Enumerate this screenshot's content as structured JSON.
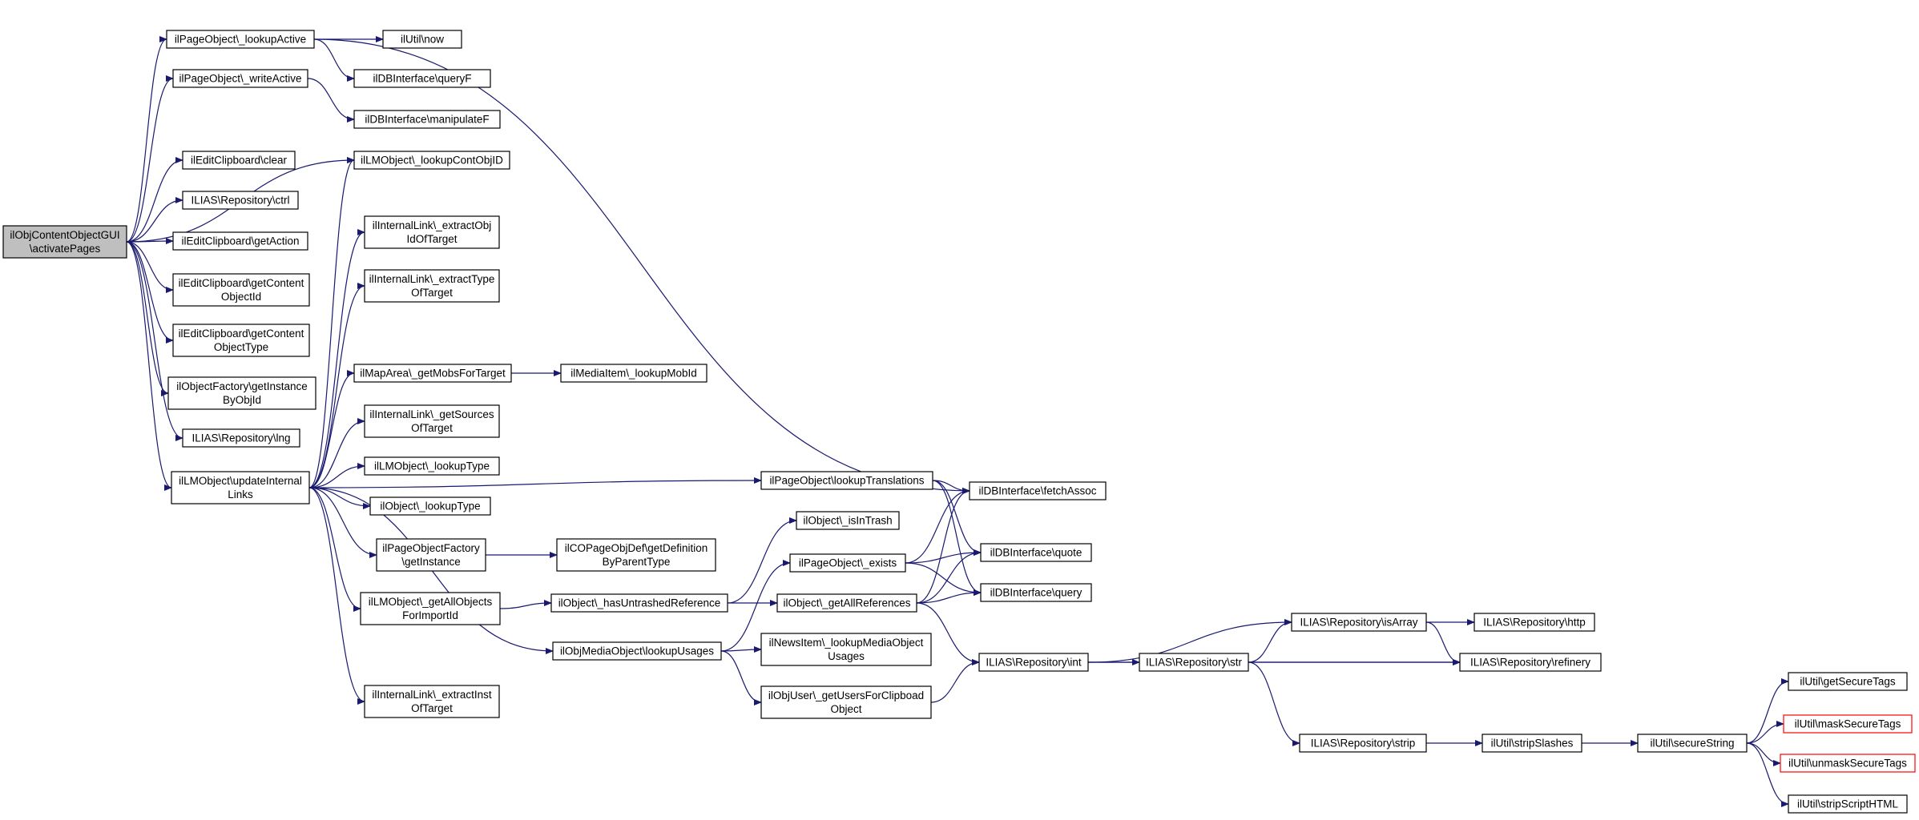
{
  "colors": {
    "edge": "#191970",
    "node_border": "#000000",
    "node_fill": "#ffffff",
    "root_fill": "#bfbfbf",
    "truncated_border": "#ff0000"
  },
  "nodes": [
    {
      "id": "root",
      "lines": [
        "ilObjContentObjectGUI",
        "\\activatePages"
      ],
      "style": "root"
    },
    {
      "id": "n1",
      "lines": [
        "ilPageObject\\_lookupActive"
      ]
    },
    {
      "id": "n2",
      "lines": [
        "ilPageObject\\_writeActive"
      ]
    },
    {
      "id": "n3",
      "lines": [
        "ilEditClipboard\\clear"
      ]
    },
    {
      "id": "n4",
      "lines": [
        "ILIAS\\Repository\\ctrl"
      ]
    },
    {
      "id": "n5",
      "lines": [
        "ilEditClipboard\\getAction"
      ]
    },
    {
      "id": "n6",
      "lines": [
        "ilEditClipboard\\getContent",
        "ObjectId"
      ]
    },
    {
      "id": "n7",
      "lines": [
        "ilEditClipboard\\getContent",
        "ObjectType"
      ]
    },
    {
      "id": "n8",
      "lines": [
        "ilObjectFactory\\getInstance",
        "ByObjId"
      ]
    },
    {
      "id": "n9",
      "lines": [
        "ILIAS\\Repository\\lng"
      ]
    },
    {
      "id": "n10",
      "lines": [
        "ilLMObject\\updateInternal",
        "Links"
      ]
    },
    {
      "id": "n11",
      "lines": [
        "ilUtil\\now"
      ]
    },
    {
      "id": "n12",
      "lines": [
        "ilDBInterface\\queryF"
      ]
    },
    {
      "id": "n13",
      "lines": [
        "ilDBInterface\\manipulateF"
      ]
    },
    {
      "id": "n14",
      "lines": [
        "ilLMObject\\_lookupContObjID"
      ]
    },
    {
      "id": "n15",
      "lines": [
        "ilInternalLink\\_extractObj",
        "IdOfTarget"
      ]
    },
    {
      "id": "n16",
      "lines": [
        "ilInternalLink\\_extractType",
        "OfTarget"
      ]
    },
    {
      "id": "n17",
      "lines": [
        "ilMapArea\\_getMobsForTarget"
      ]
    },
    {
      "id": "n18",
      "lines": [
        "ilInternalLink\\_getSources",
        "OfTarget"
      ]
    },
    {
      "id": "n19",
      "lines": [
        "ilLMObject\\_lookupType"
      ]
    },
    {
      "id": "n20",
      "lines": [
        "ilObject\\_lookupType"
      ]
    },
    {
      "id": "n21",
      "lines": [
        "ilPageObjectFactory",
        "\\getInstance"
      ]
    },
    {
      "id": "n22",
      "lines": [
        "ilLMObject\\_getAllObjects",
        "ForImportId"
      ]
    },
    {
      "id": "n23",
      "lines": [
        "ilInternalLink\\_extractInst",
        "OfTarget"
      ]
    },
    {
      "id": "n24",
      "lines": [
        "ilMediaItem\\_lookupMobId"
      ]
    },
    {
      "id": "n25",
      "lines": [
        "ilCOPageObjDef\\getDefinition",
        "ByParentType"
      ]
    },
    {
      "id": "n26",
      "lines": [
        "ilObject\\_hasUntrashedReference"
      ]
    },
    {
      "id": "n27",
      "lines": [
        "ilObjMediaObject\\lookupUsages"
      ]
    },
    {
      "id": "n28",
      "lines": [
        "ilPageObject\\lookupTranslations"
      ]
    },
    {
      "id": "n29",
      "lines": [
        "ilObject\\_isInTrash"
      ]
    },
    {
      "id": "n30",
      "lines": [
        "ilPageObject\\_exists"
      ]
    },
    {
      "id": "n31",
      "lines": [
        "ilObject\\_getAllReferences"
      ]
    },
    {
      "id": "n32",
      "lines": [
        "ilNewsItem\\_lookupMediaObject",
        "Usages"
      ]
    },
    {
      "id": "n33",
      "lines": [
        "ilObjUser\\_getUsersForClipboad",
        "Object"
      ]
    },
    {
      "id": "n34",
      "lines": [
        "ilDBInterface\\fetchAssoc"
      ]
    },
    {
      "id": "n35",
      "lines": [
        "ilDBInterface\\quote"
      ]
    },
    {
      "id": "n36",
      "lines": [
        "ilDBInterface\\query"
      ]
    },
    {
      "id": "n37",
      "lines": [
        "ILIAS\\Repository\\int"
      ]
    },
    {
      "id": "n38",
      "lines": [
        "ILIAS\\Repository\\str"
      ]
    },
    {
      "id": "n39",
      "lines": [
        "ILIAS\\Repository\\isArray"
      ]
    },
    {
      "id": "n40",
      "lines": [
        "ILIAS\\Repository\\strip"
      ]
    },
    {
      "id": "n41",
      "lines": [
        "ILIAS\\Repository\\http"
      ]
    },
    {
      "id": "n42",
      "lines": [
        "ILIAS\\Repository\\refinery"
      ]
    },
    {
      "id": "n43",
      "lines": [
        "ilUtil\\stripSlashes"
      ]
    },
    {
      "id": "n44",
      "lines": [
        "ilUtil\\secureString"
      ]
    },
    {
      "id": "n45",
      "lines": [
        "ilUtil\\getSecureTags"
      ]
    },
    {
      "id": "n46",
      "lines": [
        "ilUtil\\maskSecureTags"
      ],
      "style": "truncated"
    },
    {
      "id": "n47",
      "lines": [
        "ilUtil\\unmaskSecureTags"
      ],
      "style": "truncated"
    },
    {
      "id": "n48",
      "lines": [
        "ilUtil\\stripScriptHTML"
      ]
    }
  ],
  "edges": [
    [
      "root",
      "n1"
    ],
    [
      "root",
      "n2"
    ],
    [
      "root",
      "n3"
    ],
    [
      "root",
      "n4"
    ],
    [
      "root",
      "n5"
    ],
    [
      "root",
      "n6"
    ],
    [
      "root",
      "n7"
    ],
    [
      "root",
      "n8"
    ],
    [
      "root",
      "n9"
    ],
    [
      "root",
      "n10"
    ],
    [
      "root",
      "n14"
    ],
    [
      "n1",
      "n11"
    ],
    [
      "n1",
      "n12"
    ],
    [
      "n1",
      "n34"
    ],
    [
      "n2",
      "n13"
    ],
    [
      "n10",
      "n14"
    ],
    [
      "n10",
      "n15"
    ],
    [
      "n10",
      "n16"
    ],
    [
      "n10",
      "n17"
    ],
    [
      "n10",
      "n18"
    ],
    [
      "n10",
      "n19"
    ],
    [
      "n10",
      "n20"
    ],
    [
      "n10",
      "n21"
    ],
    [
      "n10",
      "n22"
    ],
    [
      "n10",
      "n23"
    ],
    [
      "n10",
      "n27"
    ],
    [
      "n10",
      "n28"
    ],
    [
      "n17",
      "n24"
    ],
    [
      "n21",
      "n25"
    ],
    [
      "n22",
      "n26"
    ],
    [
      "n26",
      "n29"
    ],
    [
      "n26",
      "n31"
    ],
    [
      "n27",
      "n30"
    ],
    [
      "n27",
      "n32"
    ],
    [
      "n27",
      "n33"
    ],
    [
      "n28",
      "n34"
    ],
    [
      "n28",
      "n35"
    ],
    [
      "n28",
      "n36"
    ],
    [
      "n30",
      "n34"
    ],
    [
      "n30",
      "n35"
    ],
    [
      "n30",
      "n36"
    ],
    [
      "n31",
      "n34"
    ],
    [
      "n31",
      "n35"
    ],
    [
      "n31",
      "n36"
    ],
    [
      "n31",
      "n37"
    ],
    [
      "n33",
      "n37"
    ],
    [
      "n37",
      "n38"
    ],
    [
      "n37",
      "n39"
    ],
    [
      "n37",
      "n42"
    ],
    [
      "n38",
      "n39"
    ],
    [
      "n38",
      "n40"
    ],
    [
      "n38",
      "n42"
    ],
    [
      "n39",
      "n41"
    ],
    [
      "n39",
      "n42"
    ],
    [
      "n40",
      "n43"
    ],
    [
      "n43",
      "n44"
    ],
    [
      "n44",
      "n45"
    ],
    [
      "n44",
      "n46"
    ],
    [
      "n44",
      "n47"
    ],
    [
      "n44",
      "n48"
    ]
  ]
}
